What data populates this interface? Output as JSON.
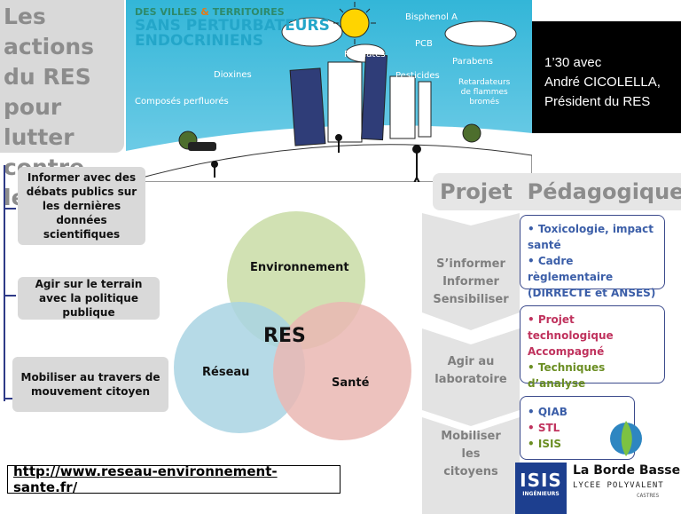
{
  "title": "Les actions\ndu RES\npour lutter\ncontre\nles PE",
  "banner": {
    "heading_line1_a": "DES VILLES ",
    "heading_line1_amp": "&",
    "heading_line1_b": " TERRITOIRES",
    "heading_line2": "SANS PERTURBATEURS",
    "heading_line3": "ENDOCRINIENS",
    "chemicals": {
      "bisphenol": "Bisphenol A",
      "pcb": "PCB",
      "phtalates": "Phtalates",
      "parabens": "Parabens",
      "dioxines": "Dioxines",
      "pesticides": "Pesticides",
      "retardateurs": "Retardateurs\nde flammes\nbromés",
      "composes": "Composés perfluorés"
    }
  },
  "info": {
    "line1": "1’30 avec",
    "line2": "André CICOLELLA,",
    "line3": "Président du RES"
  },
  "actions": [
    "Informer avec des débats publics sur les dernières données scientifiques",
    "Agir sur le terrain avec la politique publique",
    "Mobiliser au travers de mouvement citoyen"
  ],
  "venn": {
    "center": "RES",
    "top": "Environnement",
    "left": "Réseau",
    "right": "Santé",
    "colors": {
      "top": "#c9dca6",
      "left": "#a9d3e3",
      "right": "#eab7b3"
    }
  },
  "url": "http://www.reseau-environnement-sante.fr/",
  "projet": {
    "title": "Projet  Pédagogique",
    "steps": [
      {
        "label": "S’informer\nInformer\nSensibiliser"
      },
      {
        "label": "Agir au\nlaboratoire"
      },
      {
        "label": "Mobiliser\nles\ncitoyens"
      }
    ],
    "box1": [
      "• Toxicologie, impact santé",
      "• Cadre règlementaire (DIRRECTE et ANSES)"
    ],
    "box2": [
      "• Projet technologique Accompagné",
      "• Techniques d’analyse"
    ],
    "box3": [
      "• QIAB",
      "• STL",
      "• ISIS"
    ],
    "colors": {
      "blue": "#3b5ea8",
      "pink": "#c0335e",
      "green": "#6b8e23"
    }
  },
  "logos": {
    "isis_big": "ISIS",
    "isis_small": "INGÉNIEURS",
    "borde_name": "La Borde Basse",
    "borde_sub": "LYCEE POLYVALENT",
    "borde_city": "CASTRES"
  }
}
